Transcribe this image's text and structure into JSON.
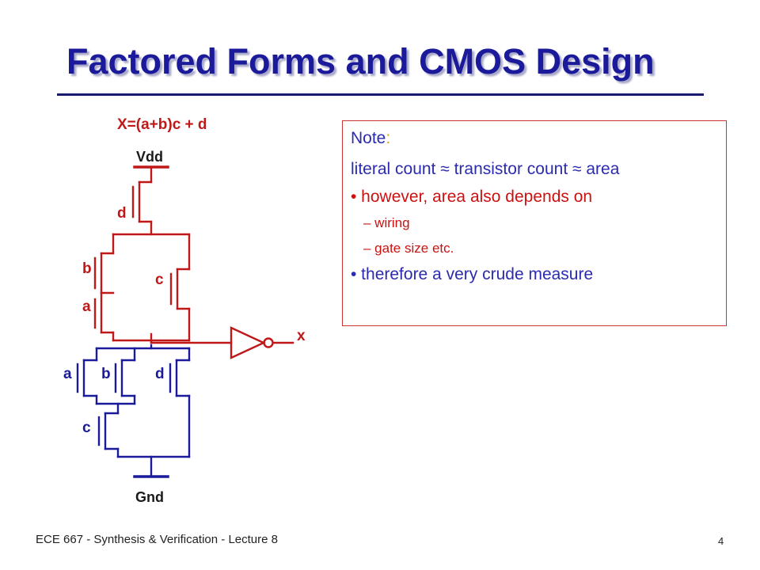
{
  "slide": {
    "title": "Factored Forms and CMOS Design",
    "footer": "ECE 667 - Synthesis & Verification - Lecture 8",
    "page_number": "4"
  },
  "circuit": {
    "equation": "X=(a+b)c + d",
    "supply_label": "Vdd",
    "ground_label": "Gnd",
    "output_label": "x",
    "pmos_labels": {
      "d": "d",
      "b": "b",
      "c": "c",
      "a": "a"
    },
    "nmos_labels": {
      "a": "a",
      "b": "b",
      "d": "d",
      "c": "c"
    },
    "colors": {
      "pull_up": "#c01818",
      "pull_down": "#1a1a9a",
      "note_border": "#cc3333"
    }
  },
  "note": {
    "heading": "Note",
    "colon": ":",
    "line1": "literal count  ≈ transistor count ≈ area",
    "bullet1": "• however, area also depends on",
    "sub1": "–  wiring",
    "sub2": "–  gate size etc.",
    "bullet2": "• therefore a very crude measure"
  }
}
